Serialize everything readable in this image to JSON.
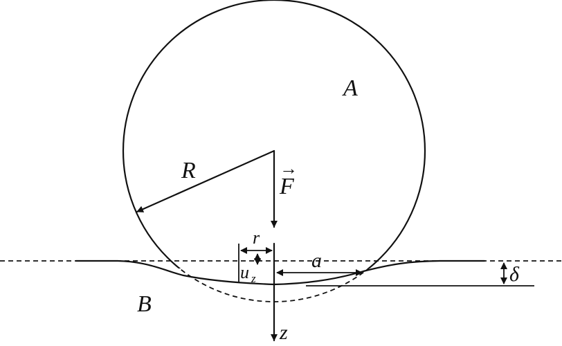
{
  "labels": {
    "body_a": "A",
    "body_b": "B",
    "radius": "R",
    "force": "F",
    "force_vector_mark": "→",
    "contact_radius": "a",
    "radial_coordinate": "r",
    "displacement": "u",
    "displacement_subscript": "z",
    "indentation_depth": "δ",
    "z_axis": "z"
  }
}
